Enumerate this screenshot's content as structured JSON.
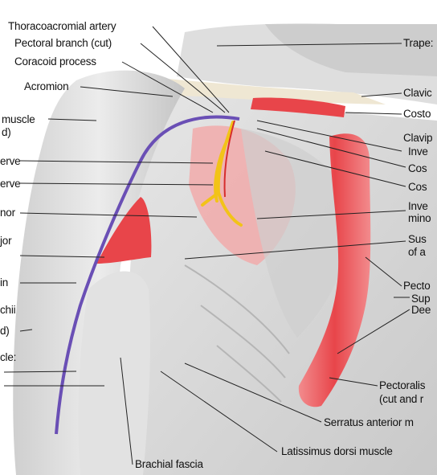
{
  "labels": {
    "thoracoacromial_artery": "Thoracoacromial artery",
    "pectoral_branch": "Pectoral branch (cut)",
    "coracoid_process": "Coracoid process",
    "acromion": "Acromion",
    "deltoid_muscle": "muscle",
    "deltoid_cut": "d)",
    "nerve_1": "erve",
    "nerve_2": "erve",
    "minor": "nor",
    "major": "jor",
    "left_in": "in",
    "brachii": "chii",
    "left_d": "d)",
    "left_cle": "cle:",
    "trapezius": "Trape:",
    "clavicle": "Clavic",
    "costo": "Costo",
    "clavip": "Clavip",
    "inve_1": "Inve",
    "cos_1": "Cos",
    "cos_2": "Cos",
    "inve_2": "Inve",
    "mino": "mino",
    "sus": "Sus",
    "of_a": "of a",
    "pecto": "Pecto",
    "sup": "Sup",
    "dee": "Dee",
    "pectoralis_cut": "Pectoralis",
    "cut_and": "(cut and r",
    "serratus": "Serratus anterior m",
    "latissimus": "Latissimus dorsi muscle",
    "brachial_fascia": "Brachial fascia"
  },
  "colors": {
    "muscle_red": "#e8454a",
    "muscle_pink": "#f2a7a8",
    "nerve_purple": "#6a4fb5",
    "nerve_yellow": "#f2c318",
    "tissue_gray": "#d9d9d9",
    "bone_cream": "#efe7d3"
  }
}
